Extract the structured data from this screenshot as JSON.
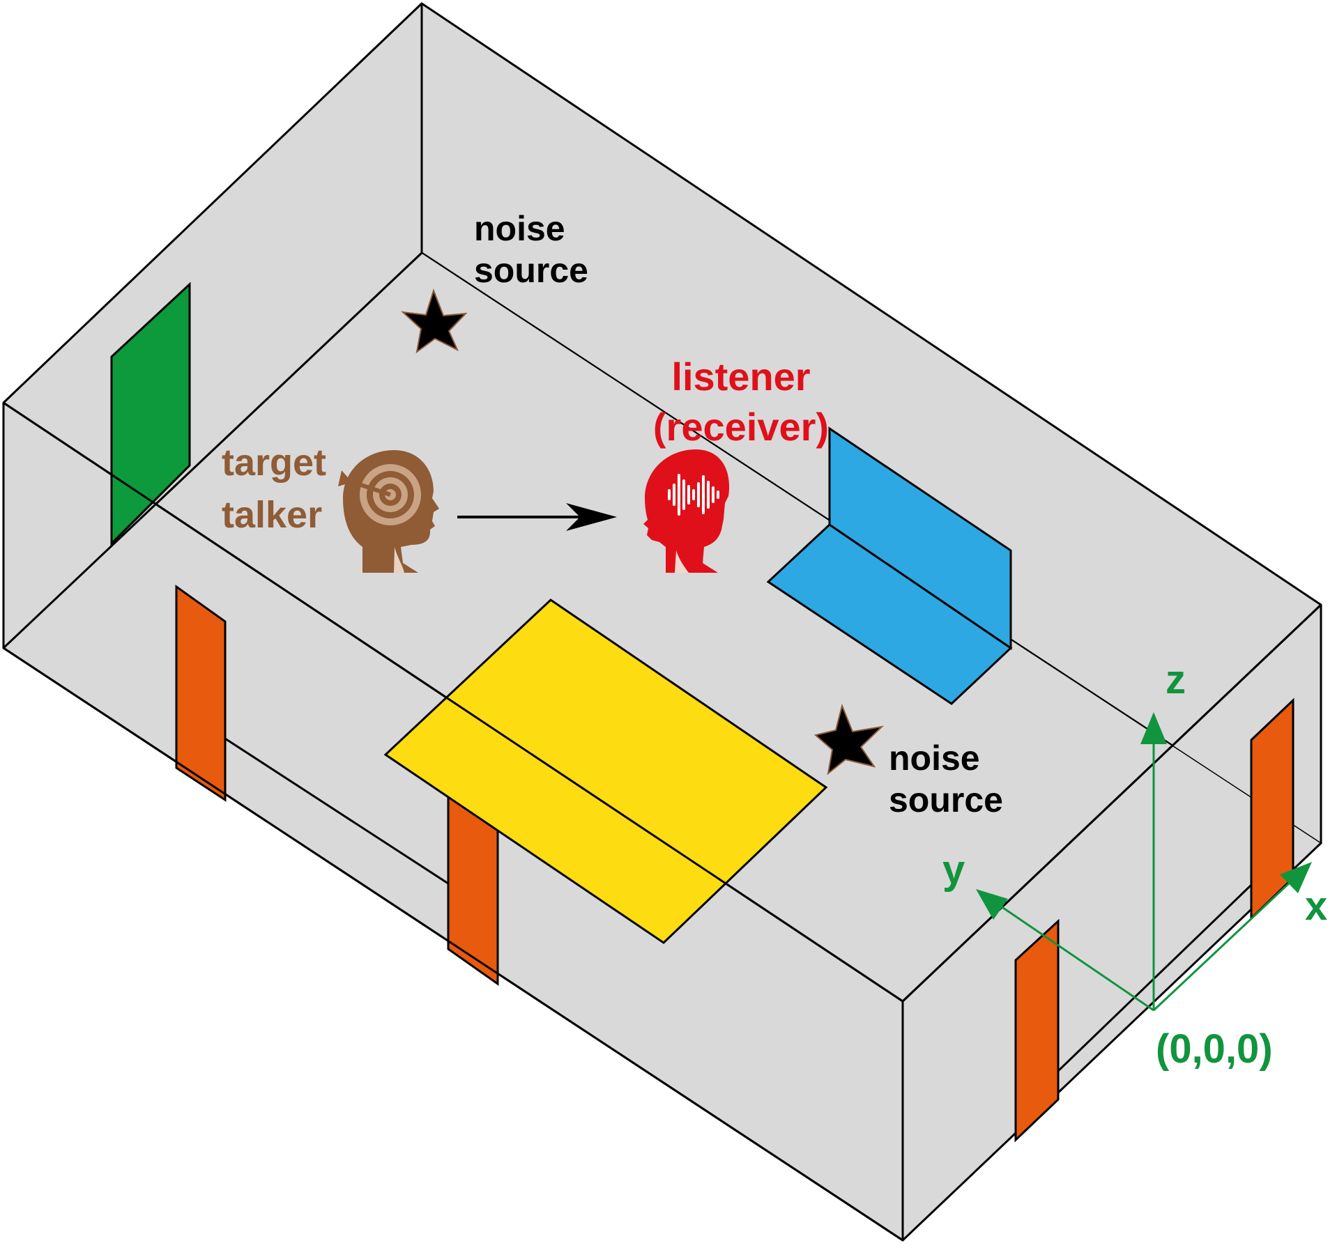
{
  "colors": {
    "room_fill": "#d9d9d9",
    "edge": "#000000",
    "door_green": "#0c9a3c",
    "door_orange": "#e85a0d",
    "panel_blue": "#2ea8e2",
    "panel_yellow": "#fddc12",
    "talker": "#8f5c36",
    "listener": "#e0101a",
    "axes": "#11943e"
  },
  "icons": [
    "star-icon",
    "target-head-icon",
    "sound-wave-head-icon",
    "arrow-icon"
  ],
  "labels": {
    "noise_top": [
      "noise",
      "source"
    ],
    "noise_bottom": [
      "noise",
      "source"
    ],
    "talker": [
      "target",
      "talker"
    ],
    "listener": [
      "listener",
      "(receiver)"
    ],
    "axis_x": "x",
    "axis_y": "y",
    "axis_z": "z",
    "origin": "(0,0,0)"
  }
}
